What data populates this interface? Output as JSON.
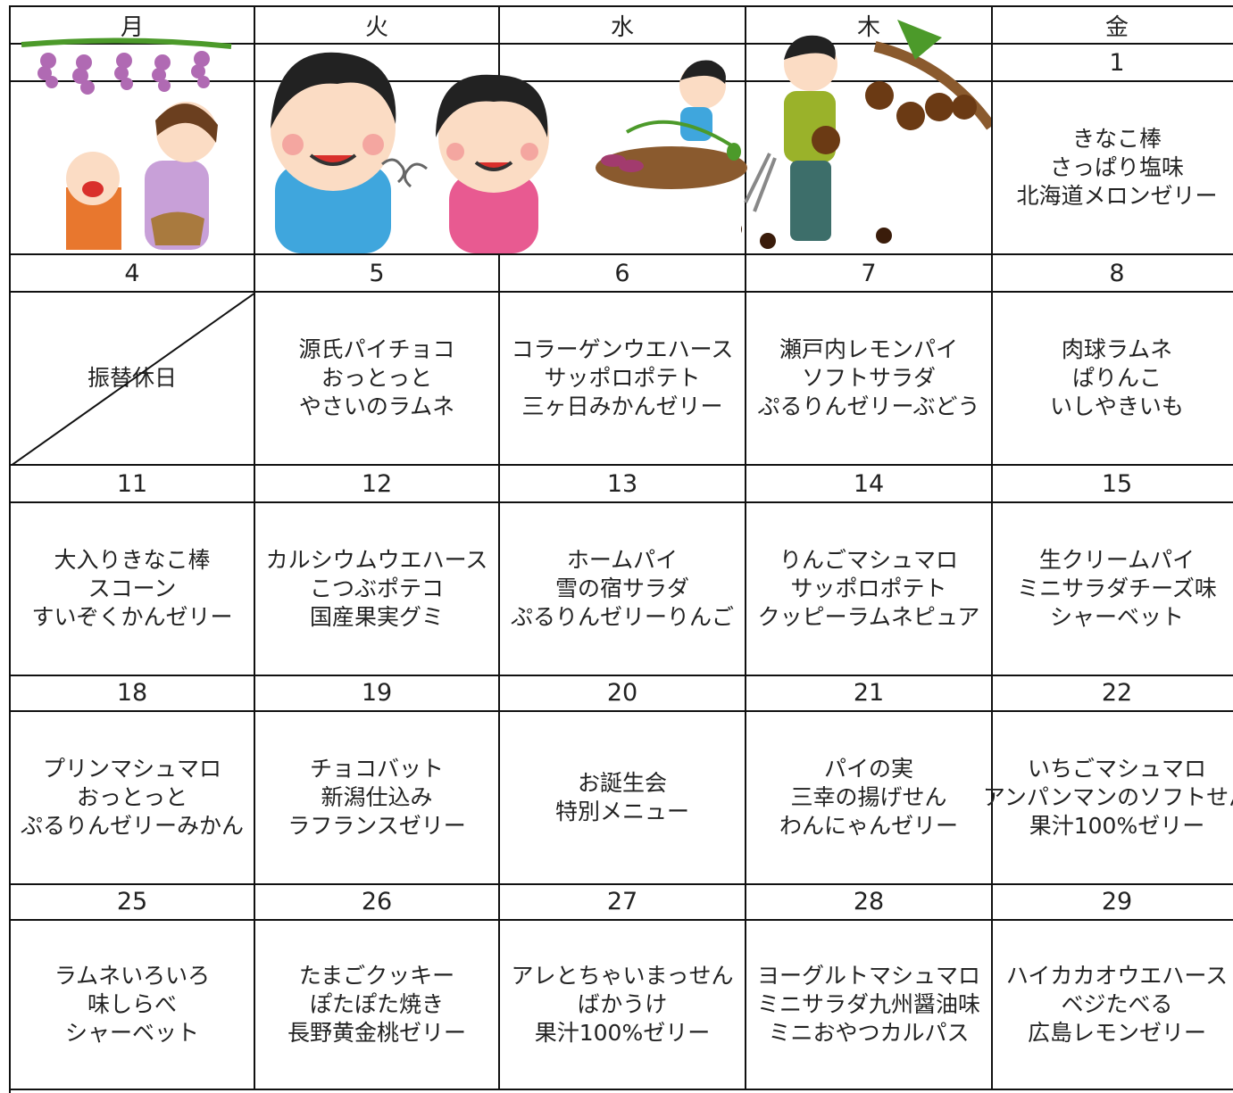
{
  "headers": [
    "月",
    "火",
    "水",
    "木",
    "金"
  ],
  "week1": {
    "fri_date": "1",
    "fri_menu": [
      "きなこ棒",
      "さっぱり塩味",
      "北海道メロンゼリー"
    ]
  },
  "weeks": [
    {
      "dates": [
        "4",
        "5",
        "6",
        "7",
        "8"
      ],
      "menus": [
        [
          "振替休日"
        ],
        [
          "源氏パイチョコ",
          "おっとっと",
          "やさいのラムネ"
        ],
        [
          "コラーゲンウエハース",
          "サッポロポテト",
          "三ヶ日みかんゼリー"
        ],
        [
          "瀬戸内レモンパイ",
          "ソフトサラダ",
          "ぷるりんゼリーぶどう"
        ],
        [
          "肉球ラムネ",
          "ぱりんこ",
          "いしやきいも"
        ]
      ]
    },
    {
      "dates": [
        "11",
        "12",
        "13",
        "14",
        "15"
      ],
      "menus": [
        [
          "大入りきなこ棒",
          "スコーン",
          "すいぞくかんゼリー"
        ],
        [
          "カルシウムウエハース",
          "こつぶポテコ",
          "国産果実グミ"
        ],
        [
          "ホームパイ",
          "雪の宿サラダ",
          "ぷるりんゼリーりんご"
        ],
        [
          "りんごマシュマロ",
          "サッポロポテト",
          "クッピーラムネピュア"
        ],
        [
          "生クリームパイ",
          "ミニサラダチーズ味",
          "シャーベット"
        ]
      ]
    },
    {
      "dates": [
        "18",
        "19",
        "20",
        "21",
        "22"
      ],
      "menus": [
        [
          "プリンマシュマロ",
          "おっとっと",
          "ぷるりんゼリーみかん"
        ],
        [
          "チョコバット",
          "新潟仕込み",
          "ラフランスゼリー"
        ],
        [
          "お誕生会",
          "特別メニュー"
        ],
        [
          "パイの実",
          "三幸の揚げせん",
          "わんにゃんゼリー"
        ],
        [
          "いちごマシュマロ",
          "アンパンマンのソフトせん",
          "果汁100%ゼリー"
        ]
      ]
    },
    {
      "dates": [
        "25",
        "26",
        "27",
        "28",
        "29"
      ],
      "menus": [
        [
          "ラムネいろいろ",
          "味しらべ",
          "シャーベット"
        ],
        [
          "たまごクッキー",
          "ぽたぽた焼き",
          "長野黄金桃ゼリー"
        ],
        [
          "アレとちゃいまっせん",
          "ばかうけ",
          "果汁100%ゼリー"
        ],
        [
          "ヨーグルトマシュマロ",
          "ミニサラダ九州醤油味",
          "ミニおやつカルパス"
        ],
        [
          "ハイカカオウエハース",
          "ベジたべる",
          "広島レモンゼリー"
        ]
      ]
    }
  ],
  "illustrations": [
    "grape-picking-icon",
    "full-belly-kids-icon",
    "sweet-potato-digging-icon",
    "chestnut-picking-icon"
  ]
}
